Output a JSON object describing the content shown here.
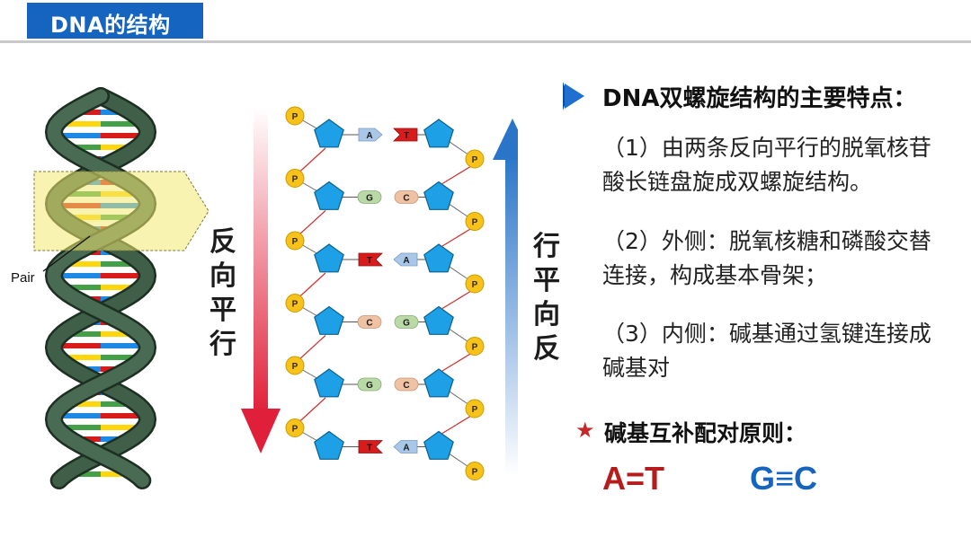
{
  "header": {
    "title": "DNA的结构"
  },
  "helix_figure": {
    "callout_label": "Pair"
  },
  "strands": {
    "left_direction_text": "反向平行",
    "right_direction_text": "行平向反",
    "phosphate_label": "P",
    "base_pairs": [
      {
        "left": "A",
        "right": "T"
      },
      {
        "left": "G",
        "right": "C"
      },
      {
        "left": "T",
        "right": "A"
      },
      {
        "left": "C",
        "right": "G"
      },
      {
        "left": "G",
        "right": "C"
      },
      {
        "left": "T",
        "right": "A"
      }
    ],
    "base_colors": {
      "A": "#a9c7e8",
      "T": "#d81b1b",
      "G": "#b9d9a6",
      "C": "#efc2a4"
    },
    "arrow_colors": {
      "down": "#e0203a",
      "up": "#2a75c8"
    }
  },
  "features": {
    "heading": "DNA双螺旋结构的主要特点：",
    "points": [
      "（1）由两条反向平行的脱氧核苷酸长链盘旋成双螺旋结构。",
      "（2）外侧：脱氧核糖和磷酸交替连接，构成基本骨架；",
      "（3）内侧：碱基通过氢键连接成碱基对"
    ]
  },
  "pairing_rule": {
    "star": "★",
    "heading": "碱基互补配对原则：",
    "pair_at": "A=T",
    "pair_gc": "G≡C"
  }
}
